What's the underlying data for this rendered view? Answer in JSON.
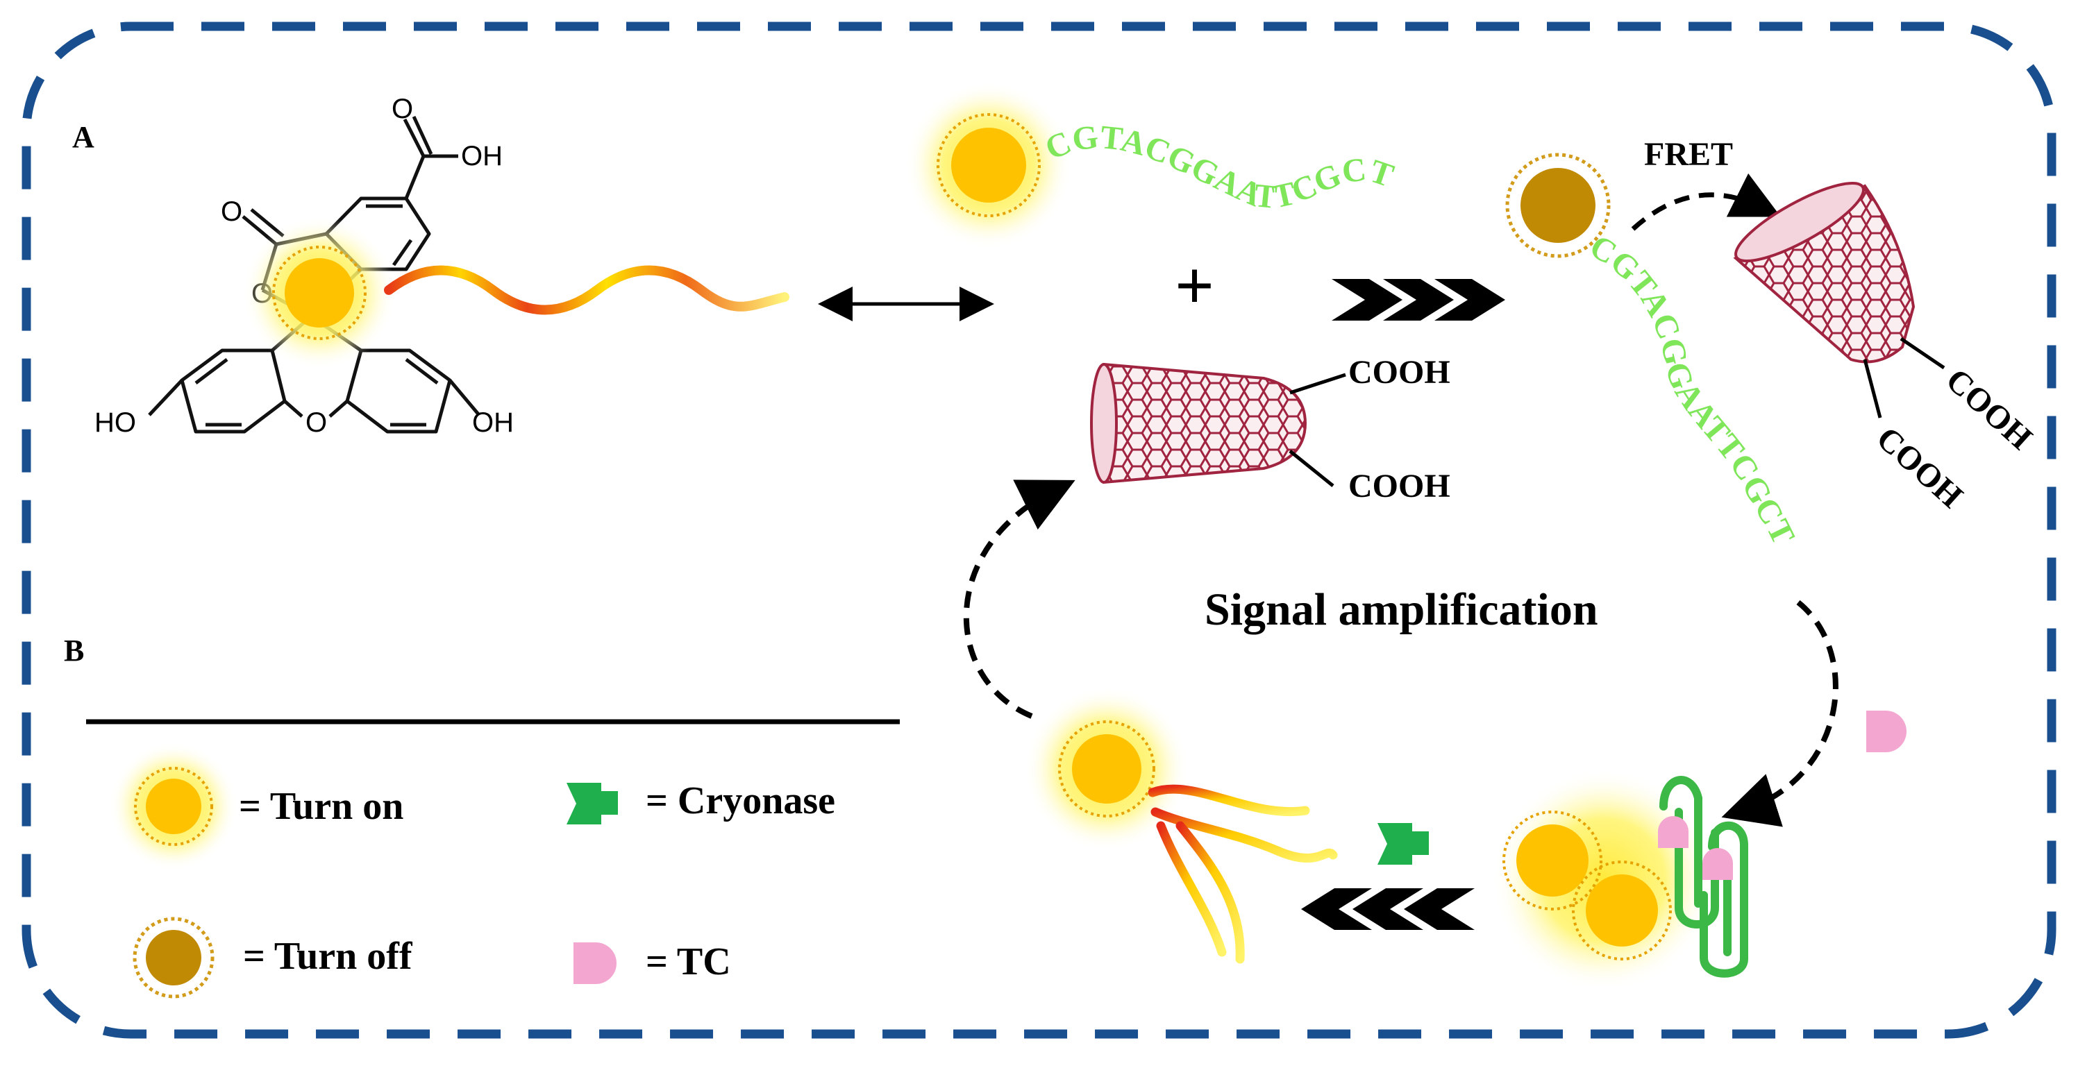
{
  "panels": {
    "a": "A",
    "b": "B"
  },
  "chemistry": {
    "carbonyl_o": "O",
    "acid_o": "O",
    "acid_oh": "OH",
    "ring_o": "O",
    "bridge_o": "O",
    "left_oh": "HO",
    "right_oh": "OH"
  },
  "plus": "+",
  "fret": "FRET",
  "dna_sequence_top": "CGTACGGAATTCGCT",
  "dna_sequence_mid": "CGTACGGAATTCGCT",
  "cnt_center": {
    "cooh_upper": "COOH",
    "cooh_lower": "COOH"
  },
  "cnt_right": {
    "cooh_upper": "COOH",
    "cooh_lower": "COOH"
  },
  "signal_amplification": "Signal amplification",
  "legend": {
    "turn_on": "= Turn on",
    "turn_off": "= Turn off",
    "cryonase": "= Cryonase",
    "tc": "= TC"
  },
  "colors": {
    "frame": "#1a4f8f",
    "glow": "#fff25a",
    "dot_on": "#ffc200",
    "dot_off": "#c08a05",
    "dna": "#7fe65a",
    "nanotube": "#a0243f",
    "cryonase": "#1fb04d",
    "tc": "#f3a6cf",
    "clip": "#3cb846"
  }
}
